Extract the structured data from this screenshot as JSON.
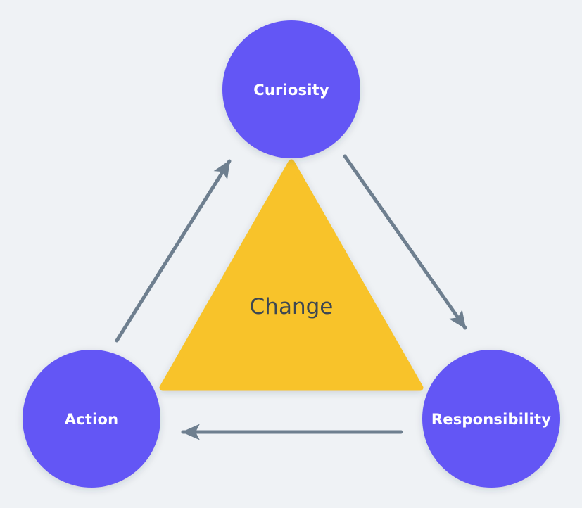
{
  "diagram": {
    "type": "cycle-triangle",
    "background_color": "#eff2f5",
    "center": {
      "label": "Change",
      "shape": "triangle",
      "fill_color": "#f8c32a",
      "text_color": "#3d4752"
    },
    "nodes": [
      {
        "id": "curiosity",
        "label": "Curiosity",
        "shape": "circle",
        "fill_color": "#6457f5",
        "text_color": "#ffffff",
        "position": "top"
      },
      {
        "id": "responsibility",
        "label": "Responsibility",
        "shape": "circle",
        "fill_color": "#6457f5",
        "text_color": "#ffffff",
        "position": "bottom-right"
      },
      {
        "id": "action",
        "label": "Action",
        "shape": "circle",
        "fill_color": "#6457f5",
        "text_color": "#ffffff",
        "position": "bottom-left"
      }
    ],
    "connectors": [
      {
        "id": "curiosity-to-responsibility",
        "from": "curiosity",
        "to": "responsibility",
        "direction": "down-right",
        "color": "#6e7f8f"
      },
      {
        "id": "responsibility-to-action",
        "from": "responsibility",
        "to": "action",
        "direction": "left",
        "color": "#6e7f8f"
      },
      {
        "id": "action-to-curiosity",
        "from": "action",
        "to": "curiosity",
        "direction": "up-right",
        "color": "#6e7f8f"
      }
    ]
  }
}
